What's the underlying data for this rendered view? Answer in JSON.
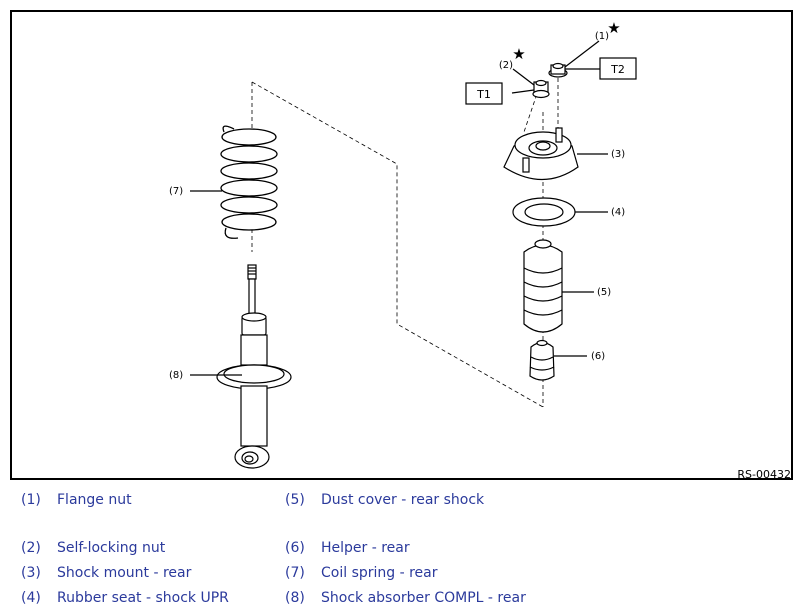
{
  "figure": {
    "reference_code": "RS-00432",
    "torque_labels": [
      "T1",
      "T2"
    ],
    "star_symbol": "★",
    "callouts": {
      "c1": "(1)",
      "c2": "(2)",
      "c3": "(3)",
      "c4": "(4)",
      "c5": "(5)",
      "c6": "(6)",
      "c7": "(7)",
      "c8": "(8)"
    }
  },
  "legend": [
    {
      "num": "(1)",
      "text": "Flange nut"
    },
    {
      "num": "(2)",
      "text": "Self-locking nut"
    },
    {
      "num": "(3)",
      "text": "Shock mount - rear"
    },
    {
      "num": "(4)",
      "text": "Rubber seat - shock UPR"
    },
    {
      "num": "(5)",
      "text": "Dust cover - rear shock"
    },
    {
      "num": "(6)",
      "text": "Helper - rear"
    },
    {
      "num": "(7)",
      "text": "Coil spring - rear"
    },
    {
      "num": "(8)",
      "text": "Shock absorber COMPL - rear"
    }
  ]
}
